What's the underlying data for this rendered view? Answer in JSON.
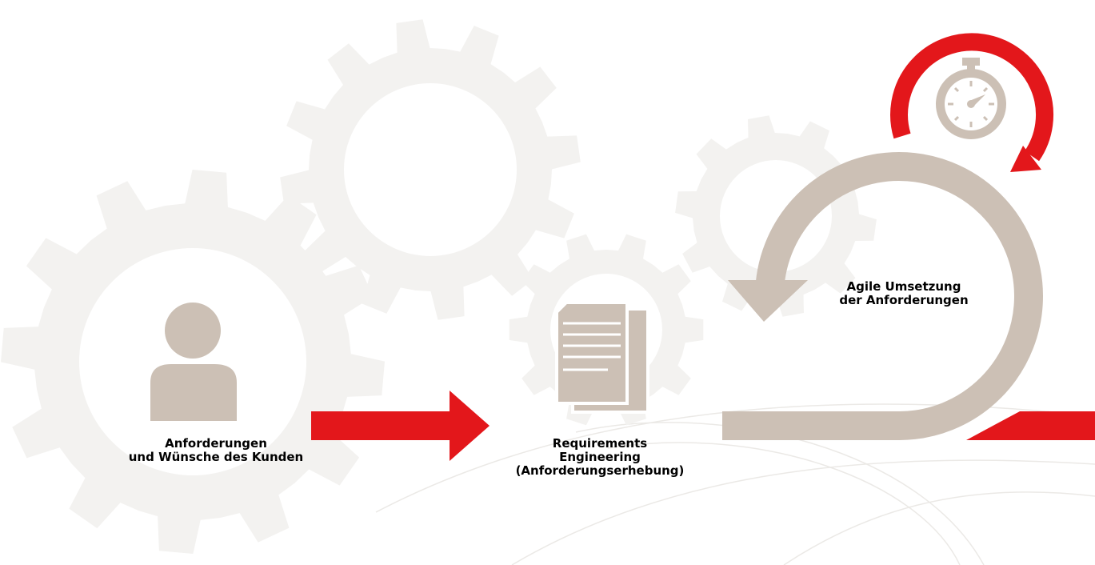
{
  "colors": {
    "gear": "#f3f2f0",
    "icon": "#ccc0b5",
    "accent": "#e3171b",
    "background": "#ffffff",
    "text": "#000000",
    "lines": "#ebe9e6"
  },
  "icons": [
    "gear-icon",
    "person-icon",
    "document-icon",
    "stopwatch-icon"
  ],
  "steps": {
    "customer": {
      "line1": "Anforderungen",
      "line2": "und Wünsche des Kunden"
    },
    "requirements": {
      "line1": "Requirements",
      "line2": "Engineering",
      "line3": "(Anforderungserhebung)"
    },
    "agile": {
      "line1": "Agile Umsetzung",
      "line2": "der Anforderungen"
    }
  }
}
